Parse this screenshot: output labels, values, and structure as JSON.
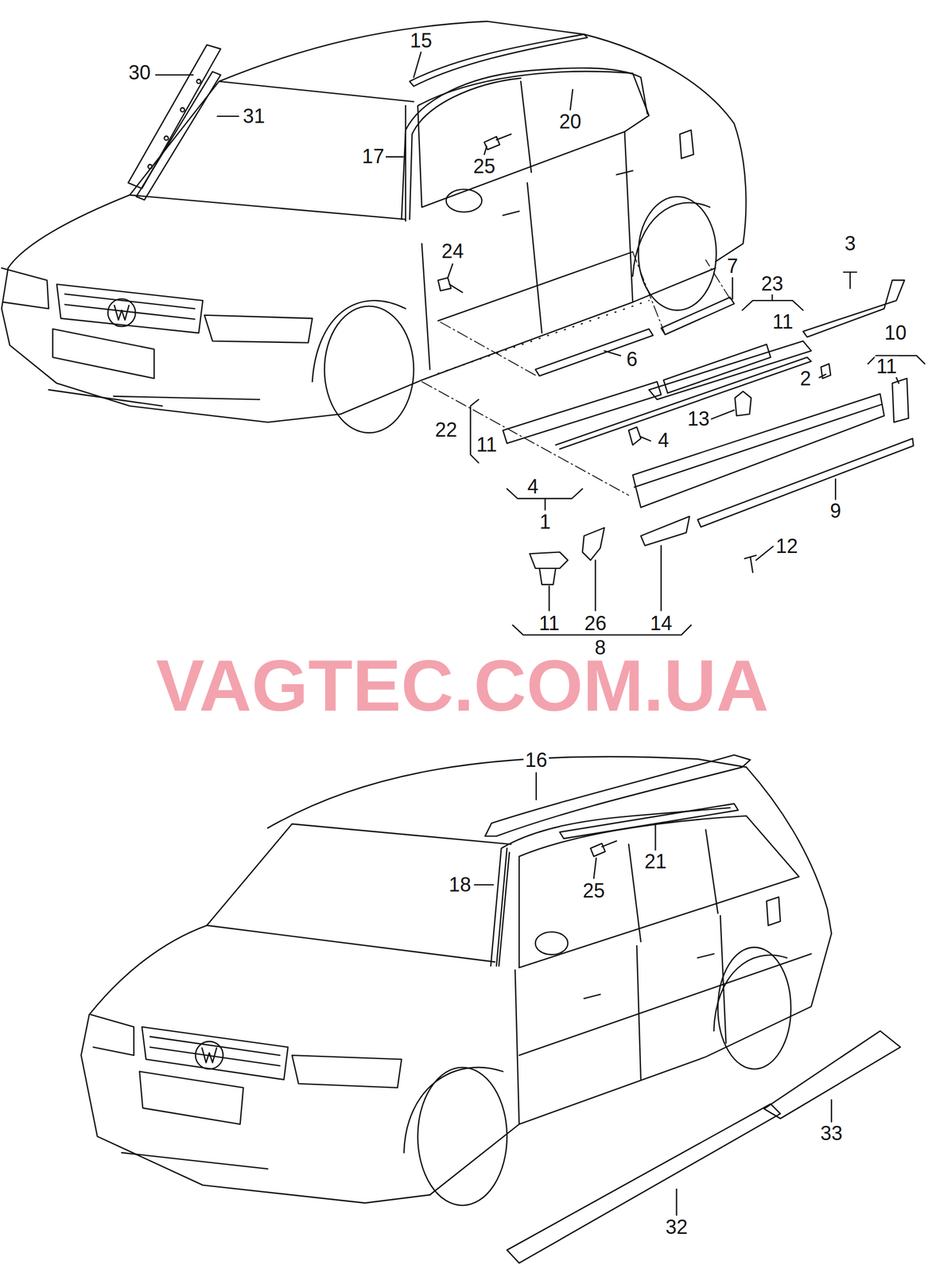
{
  "diagram": {
    "labels": [
      "30",
      "15",
      "31",
      "20",
      "17",
      "25",
      "24",
      "3",
      "7",
      "23",
      "11",
      "10",
      "11",
      "2",
      "6",
      "13",
      "22",
      "11",
      "4",
      "4",
      "1",
      "9",
      "12",
      "11",
      "26",
      "14",
      "8",
      "VAGTEC.COM.UA",
      "16",
      "21",
      "18",
      "25",
      "33",
      "32"
    ]
  }
}
